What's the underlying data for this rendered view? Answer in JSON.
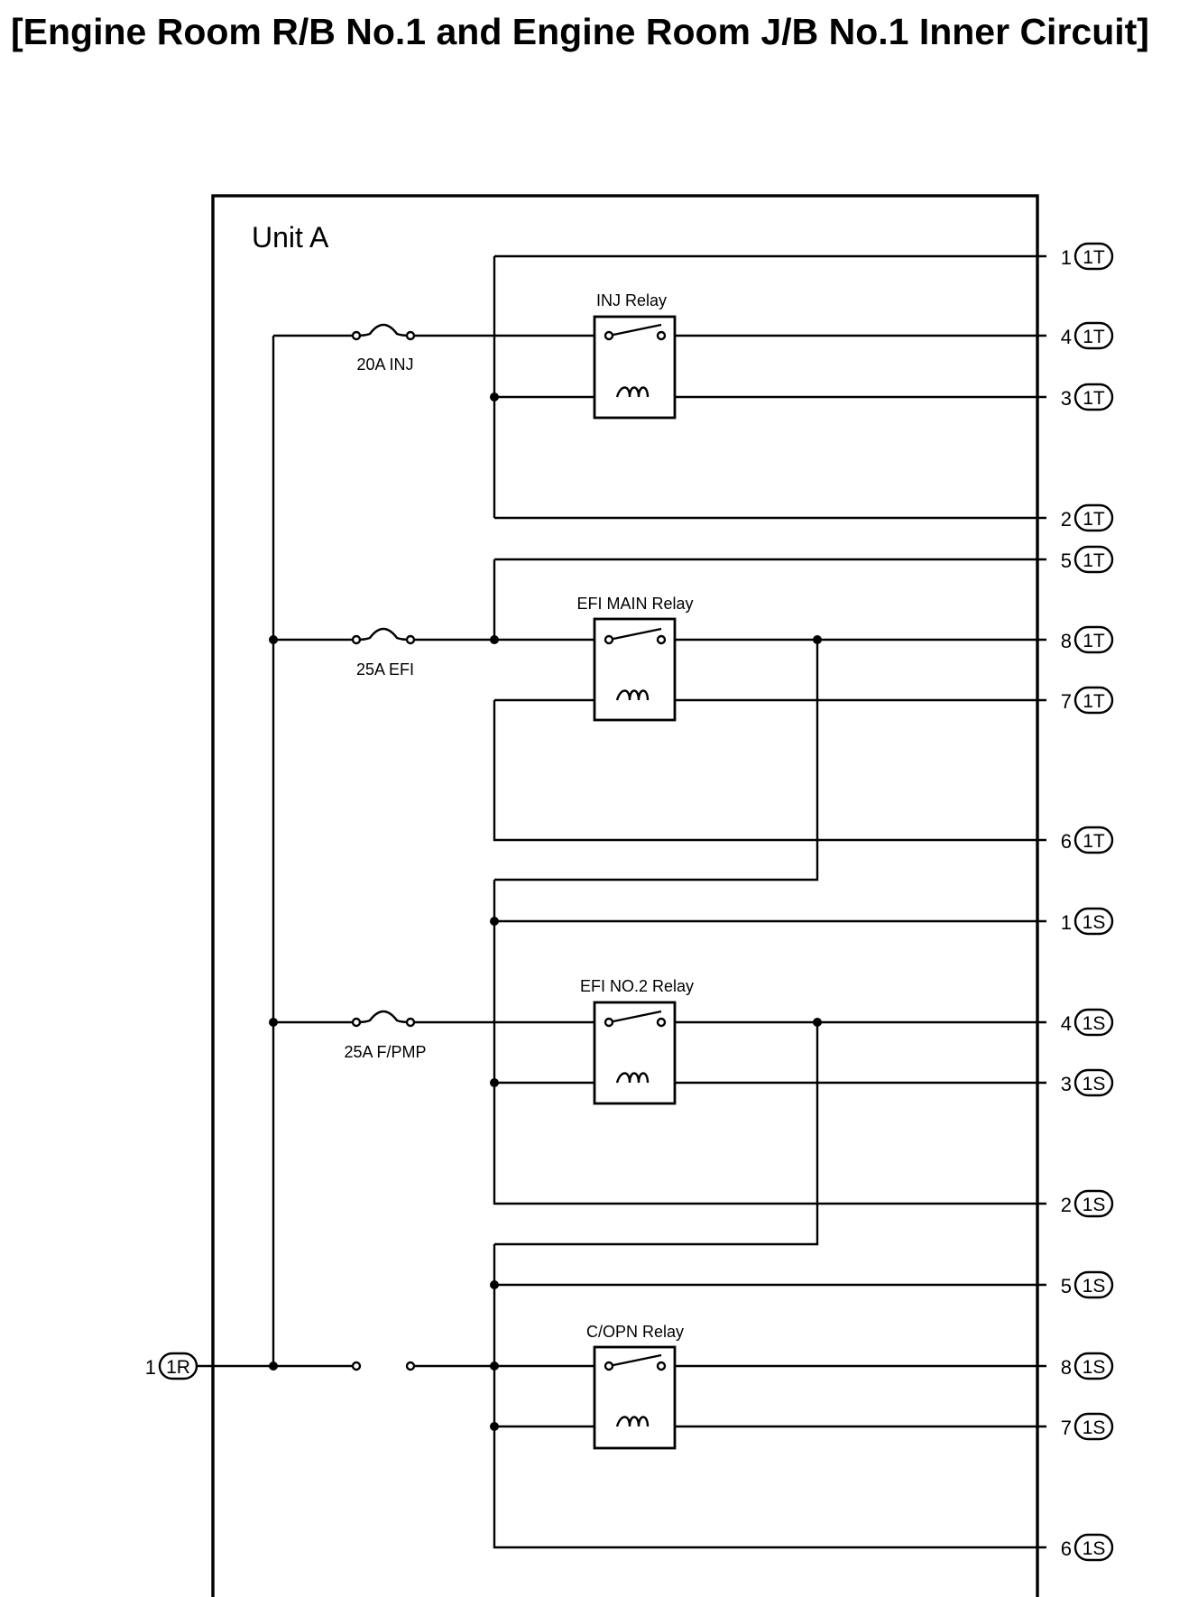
{
  "title": "[Engine Room R/B No.1 and Engine Room J/B No.1 Inner Circuit]",
  "unit_label": "Unit A",
  "relays": [
    {
      "id": "inj",
      "label": "INJ Relay"
    },
    {
      "id": "efi-main",
      "label": "EFI MAIN Relay"
    },
    {
      "id": "efi-no2",
      "label": "EFI NO.2 Relay"
    },
    {
      "id": "c-opn",
      "label": "C/OPN Relay"
    }
  ],
  "fuses": [
    {
      "id": "inj",
      "label": "20A INJ"
    },
    {
      "id": "efi",
      "label": "25A EFI"
    },
    {
      "id": "f-pmp",
      "label": "25A F/PMP"
    }
  ],
  "input_terminal": {
    "pin": "1",
    "connector": "1R"
  },
  "terminals": [
    {
      "pin": "1",
      "connector": "1T"
    },
    {
      "pin": "4",
      "connector": "1T"
    },
    {
      "pin": "3",
      "connector": "1T"
    },
    {
      "pin": "2",
      "connector": "1T"
    },
    {
      "pin": "5",
      "connector": "1T"
    },
    {
      "pin": "8",
      "connector": "1T"
    },
    {
      "pin": "7",
      "connector": "1T"
    },
    {
      "pin": "6",
      "connector": "1T"
    },
    {
      "pin": "1",
      "connector": "1S"
    },
    {
      "pin": "4",
      "connector": "1S"
    },
    {
      "pin": "3",
      "connector": "1S"
    },
    {
      "pin": "2",
      "connector": "1S"
    },
    {
      "pin": "5",
      "connector": "1S"
    },
    {
      "pin": "8",
      "connector": "1S"
    },
    {
      "pin": "7",
      "connector": "1S"
    },
    {
      "pin": "6",
      "connector": "1S"
    }
  ]
}
